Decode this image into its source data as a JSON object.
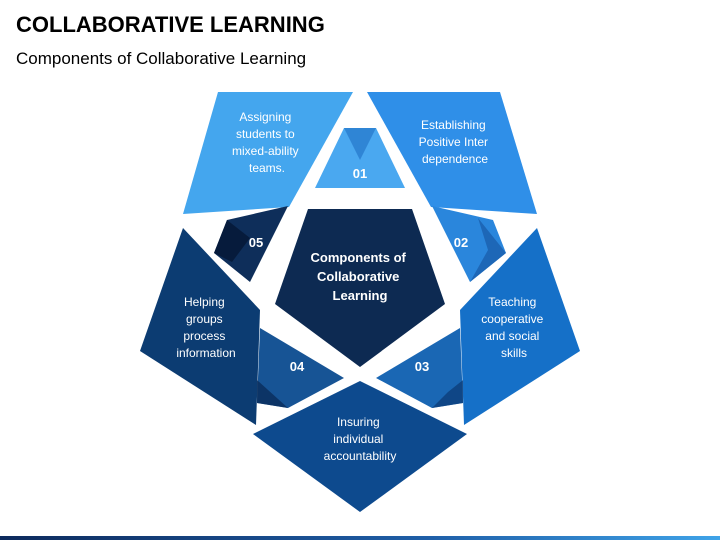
{
  "header": {
    "title": "COLLABORATIVE LEARNING",
    "subtitle": "Components of Collaborative Learning"
  },
  "center": {
    "lines": [
      "Components of",
      "Collaborative",
      "Learning"
    ],
    "color": "#0d2a52"
  },
  "segments": [
    {
      "number": "01",
      "lines": [
        "Establishing",
        "Positive Inter",
        "dependence"
      ],
      "color": "#2f8fe8",
      "badge_color": "#4aa8f0"
    },
    {
      "number": "02",
      "lines": [
        "Teaching",
        "cooperative",
        "and social",
        "skills"
      ],
      "color": "#1570c8",
      "badge_color": "#2a86dc"
    },
    {
      "number": "03",
      "lines": [
        "Insuring",
        "individual",
        "accountability"
      ],
      "color": "#0d4a8e",
      "badge_color": "#1a67b4"
    },
    {
      "number": "04",
      "lines": [
        "Helping",
        "groups",
        "process",
        "information"
      ],
      "color": "#0c3c72",
      "badge_color": "#175495"
    },
    {
      "number": "05",
      "lines": [
        "Assigning",
        "students to",
        "mixed-ability",
        "teams."
      ],
      "color": "#44a6ee",
      "badge_color": "#0e2e5a"
    }
  ]
}
